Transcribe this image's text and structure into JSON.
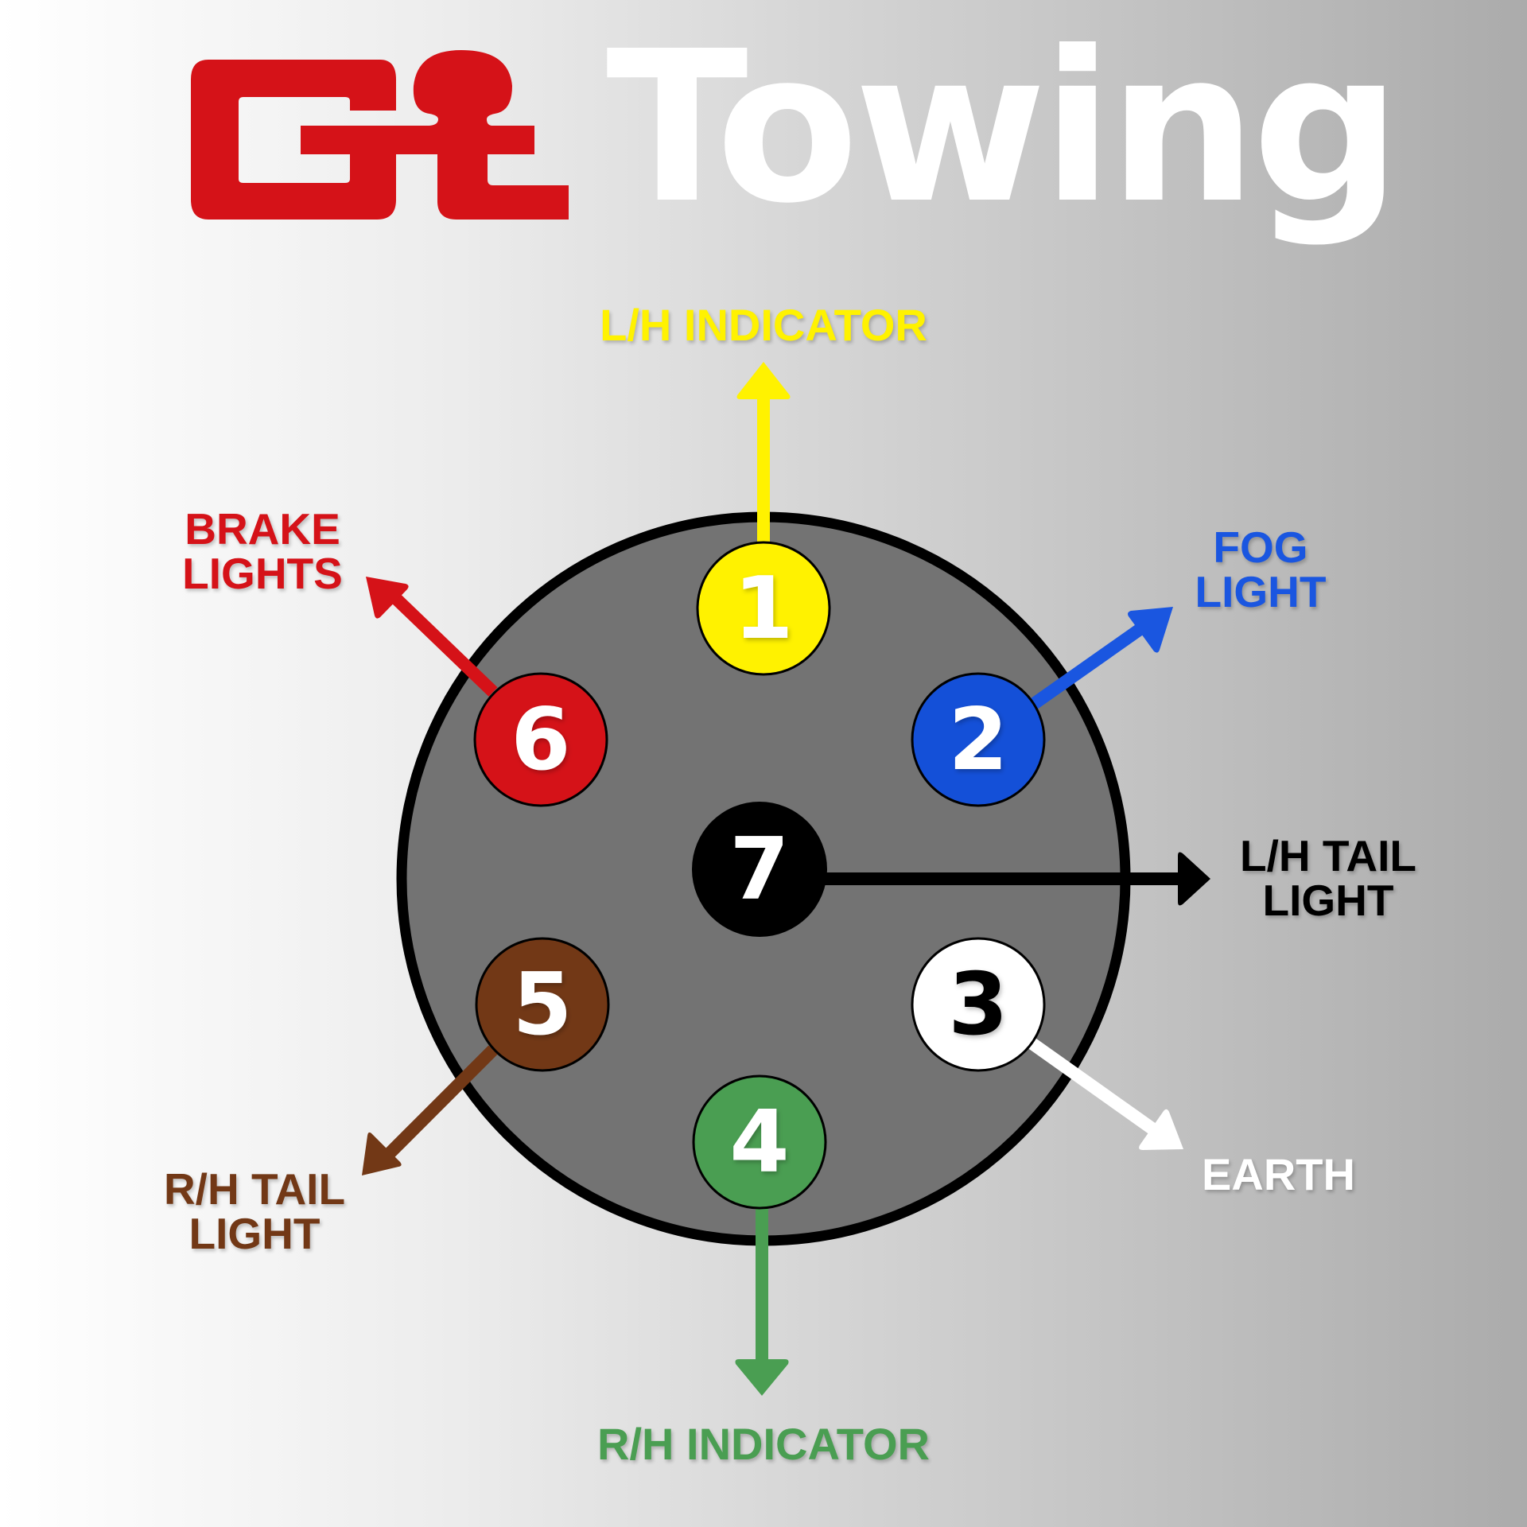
{
  "header": {
    "logo_mark": "Gt",
    "brand_word": "Towing",
    "logo_color": "#d51218"
  },
  "connector": {
    "type": "7-pin trailer plug",
    "body_fill": "#737373",
    "rim_color": "#000000",
    "pins": [
      {
        "number": "1",
        "function": "L/H INDICATOR",
        "color": "#fff200",
        "text_color": "#ffffff"
      },
      {
        "number": "2",
        "function": "FOG LIGHT",
        "color": "#1450d8",
        "text_color": "#ffffff"
      },
      {
        "number": "3",
        "function": "EARTH",
        "color": "#ffffff",
        "text_color": "#000000"
      },
      {
        "number": "4",
        "function": "R/H INDICATOR",
        "color": "#4a9e52",
        "text_color": "#ffffff"
      },
      {
        "number": "5",
        "function": "R/H TAIL LIGHT",
        "color": "#723816",
        "text_color": "#ffffff"
      },
      {
        "number": "6",
        "function": "BRAKE LIGHTS",
        "color": "#d51218",
        "text_color": "#ffffff"
      },
      {
        "number": "7",
        "function": "L/H TAIL LIGHT",
        "color": "#000000",
        "text_color": "#ffffff"
      }
    ]
  },
  "labels": {
    "pin1": {
      "line1": "L/H INDICATOR",
      "color": "#fff200"
    },
    "pin2": {
      "line1": "FOG",
      "line2": "LIGHT",
      "color": "#1a56e0"
    },
    "pin3": {
      "line1": "EARTH",
      "color": "#ffffff"
    },
    "pin4": {
      "line1": "R/H INDICATOR",
      "color": "#4a9e52"
    },
    "pin5": {
      "line1": "R/H TAIL",
      "line2": "LIGHT",
      "color": "#723816"
    },
    "pin6": {
      "line1": "BRAKE",
      "line2": "LIGHTS",
      "color": "#d51218"
    },
    "pin7": {
      "line1": "L/H TAIL",
      "line2": "LIGHT",
      "color": "#000000"
    }
  }
}
